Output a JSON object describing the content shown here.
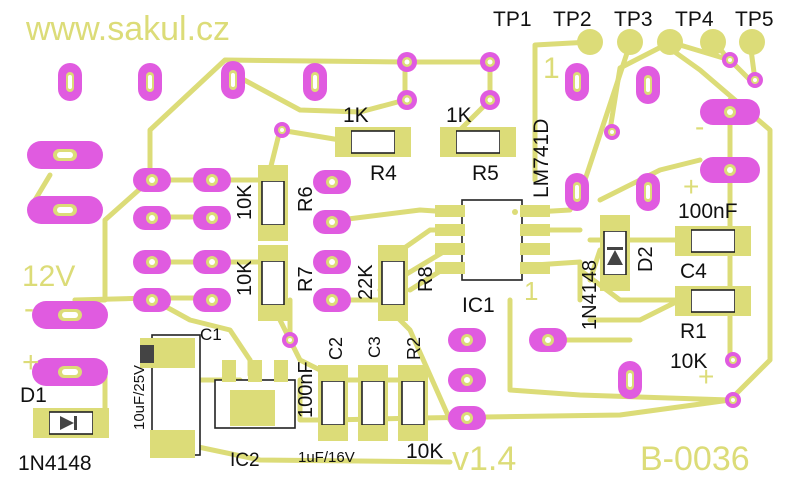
{
  "website": "www.sakul.cz",
  "version": "v1.4",
  "board_id": "B-0036",
  "test_points": [
    "TP1",
    "TP2",
    "TP3",
    "TP4",
    "TP5"
  ],
  "power_label": "12V",
  "pin1_marker": "1",
  "ic1_pin1_marker": "1",
  "components": {
    "r4": {
      "ref": "R4",
      "value": "1K"
    },
    "r5": {
      "ref": "R5",
      "value": "1K"
    },
    "r6": {
      "ref": "R6",
      "value": "10K"
    },
    "r7": {
      "ref": "R7",
      "value": "10K"
    },
    "r8": {
      "ref": "R8",
      "value": "22K"
    },
    "r1": {
      "ref": "R1",
      "value": "10K"
    },
    "r2": {
      "ref": "R2",
      "value": "10K"
    },
    "c1": {
      "ref": "C1",
      "value": "10uF/25V"
    },
    "c2": {
      "ref": "C2",
      "value": "100nF"
    },
    "c3": {
      "ref": "C3",
      "value": "1uF/16V"
    },
    "c4": {
      "ref": "C4",
      "value": "100nF"
    },
    "ic1": {
      "ref": "IC1",
      "value": "LM741D"
    },
    "ic2": {
      "ref": "IC2"
    },
    "d1": {
      "ref": "D1",
      "value": "1N4148"
    },
    "d2": {
      "ref": "D2",
      "value": "1N4148"
    }
  },
  "polarity": {
    "plus": "+",
    "minus": "-"
  },
  "colors": {
    "silkscreen": "#dcdc78",
    "pad": "#e05be0",
    "background": "#ffffff",
    "component_outline": "#222222"
  }
}
